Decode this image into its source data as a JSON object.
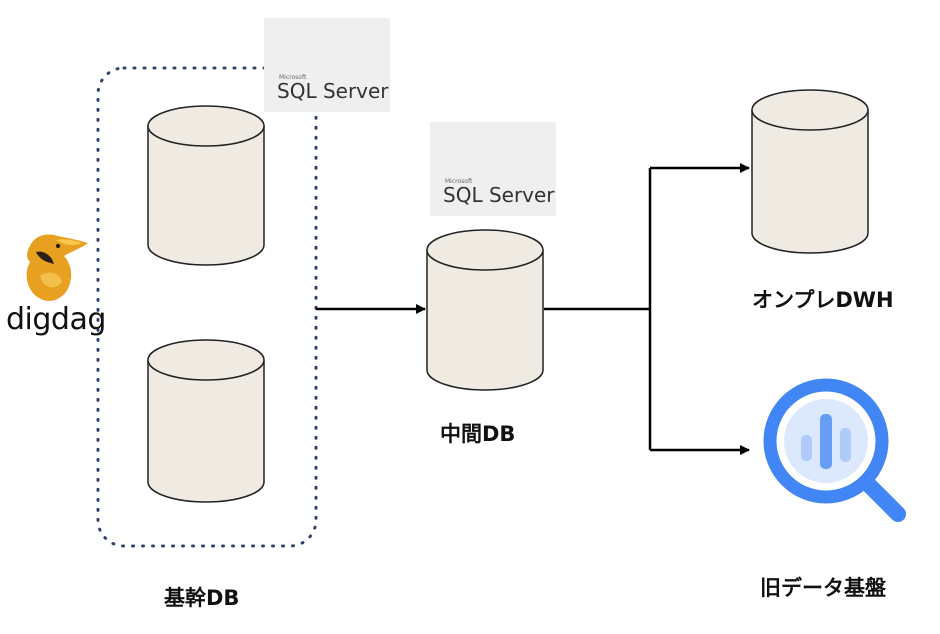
{
  "labels": {
    "core_db": "基幹DB",
    "intermediate_db": "中間DB",
    "onprem_dwh": "オンプレDWH",
    "legacy_platform": "旧データ基盤"
  },
  "logos": {
    "sql_server_brand": "Microsoft",
    "sql_server_text": "SQL Server",
    "digdag_text": "digdag"
  },
  "colors": {
    "cylinder_fill": "#efeae2",
    "cylinder_stroke": "#222222",
    "dotted_border": "#2f4468",
    "arrow": "#000000",
    "bigquery_blue": "#4285f4",
    "sqlserver_red": "#c8342c",
    "digdag_gold": "#e8a020"
  }
}
